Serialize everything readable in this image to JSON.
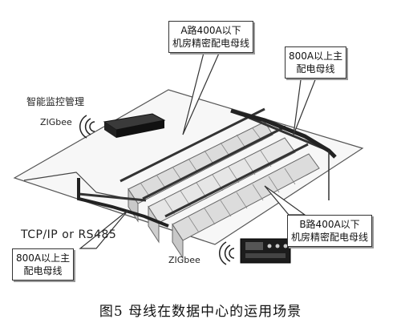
{
  "labels": {
    "smart_monitoring": "智能监控管理",
    "zigbee_top": "ZIGbee",
    "zigbee_bottom": "ZIGbee",
    "tcpip": "TCP/IP or RS485"
  },
  "callouts": {
    "a_route": [
      "A路400A以下",
      "机房精密配电母线"
    ],
    "top_right_800a": [
      "800A以上主",
      "配电母线"
    ],
    "b_route": [
      "B路400A以下",
      "机房精密配电母线"
    ],
    "bottom_left_800a": [
      "800A以上主",
      "配电母线"
    ]
  },
  "caption": "图5   母线在数据中心的运用场景",
  "icons": [
    "wifi-signal-icon",
    "monitoring-device-icon",
    "control-panel-icon"
  ],
  "colors": {
    "line": "#333333",
    "rack": "#e4e4e4",
    "floor": "#f7f7f7"
  }
}
